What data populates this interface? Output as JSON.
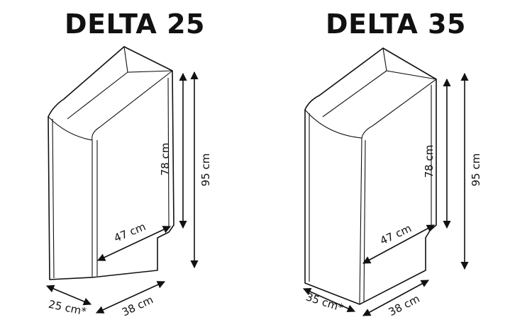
{
  "models": [
    {
      "title": "DELTA 25",
      "height_total": "95 cm",
      "height_front": "78 cm",
      "depth_inner": "47 cm",
      "width": "25 cm*",
      "depth": "38 cm"
    },
    {
      "title": "DELTA 35",
      "height_total": "95 cm",
      "height_front": "78 cm",
      "depth_inner": "47 cm",
      "width": "35 cm*",
      "depth": "38 cm"
    }
  ],
  "colors": {
    "line": "#111111",
    "fill": "#ffffff"
  }
}
